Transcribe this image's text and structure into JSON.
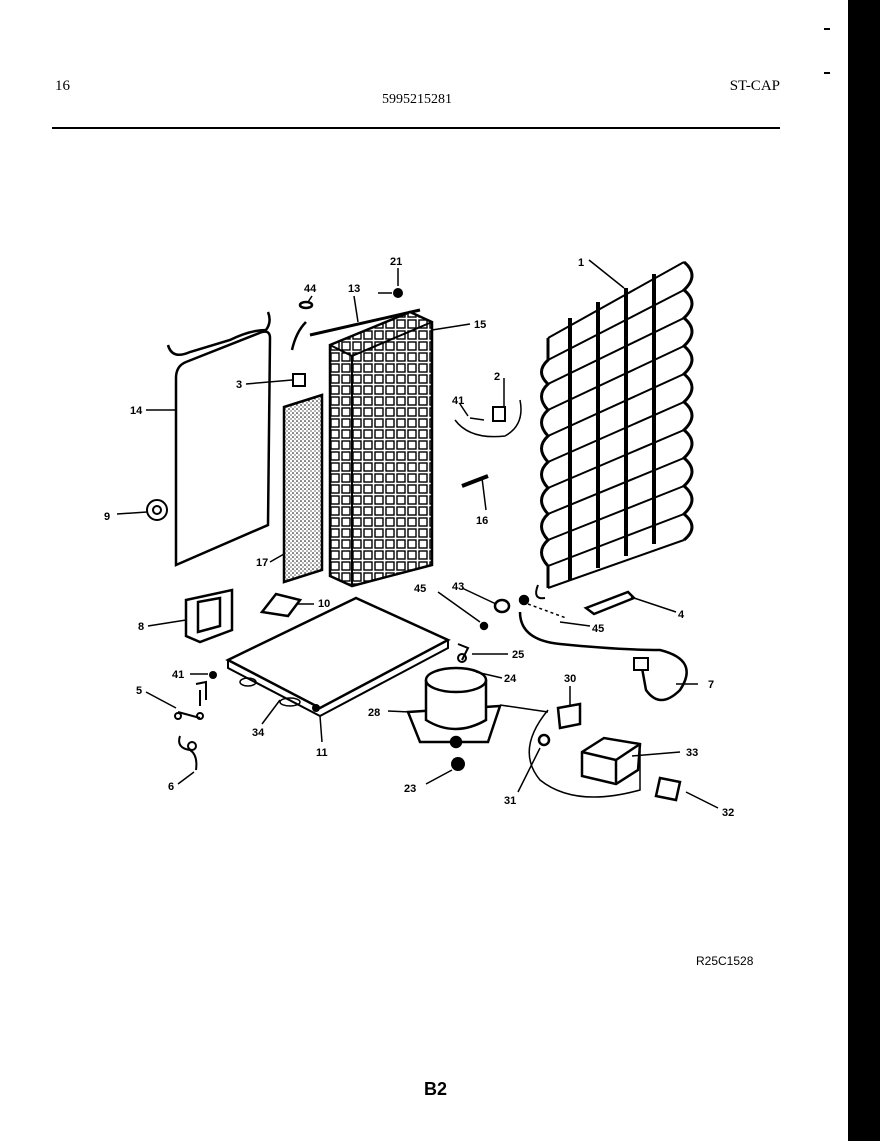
{
  "header": {
    "page_left": "16",
    "model_number": "5995215281",
    "section_code": "ST-CAP"
  },
  "footer": {
    "ref_code": "R25C1528",
    "page_label": "B2"
  },
  "callouts": {
    "c1": "1",
    "c2": "2",
    "c3": "3",
    "c4": "4",
    "c5": "5",
    "c6": "6",
    "c7": "7",
    "c8": "8",
    "c9": "9",
    "c10": "10",
    "c11": "11",
    "c13": "13",
    "c14": "14",
    "c15": "15",
    "c16": "16",
    "c17": "17",
    "c21": "21",
    "c23": "23",
    "c24": "24",
    "c25": "25",
    "c28": "28",
    "c30": "30",
    "c31": "31",
    "c32": "32",
    "c33": "33",
    "c34": "34",
    "c41a": "41",
    "c41b": "41",
    "c43": "43",
    "c44": "44",
    "c45a": "45",
    "c45b": "45"
  }
}
